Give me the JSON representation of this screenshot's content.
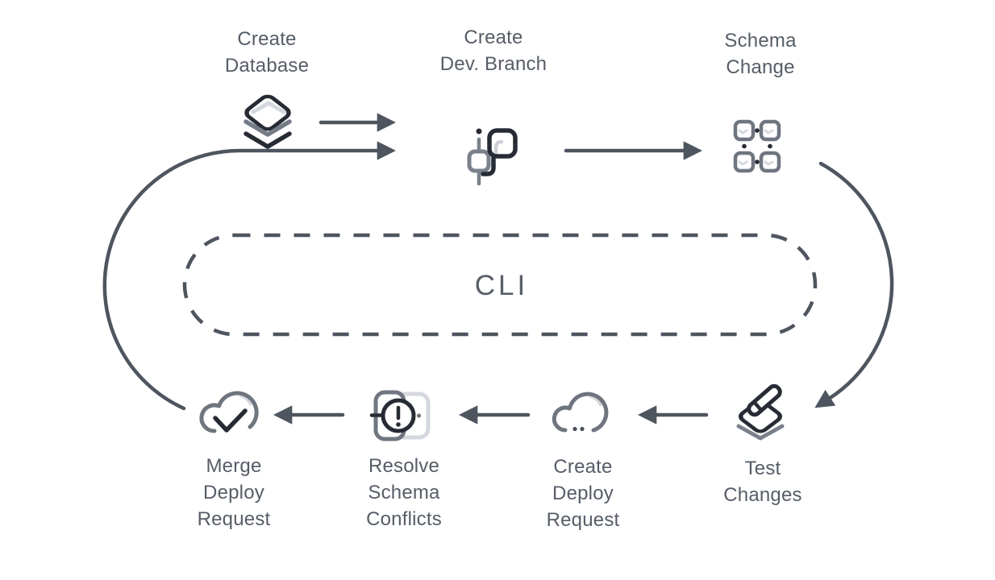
{
  "diagram": {
    "cli": {
      "label": "CLI"
    },
    "nodes": {
      "create_database": {
        "label": "Create\nDatabase",
        "icon": "database-layers-icon"
      },
      "create_dev_branch": {
        "label": "Create\nDev. Branch",
        "icon": "git-branch-icon"
      },
      "schema_change": {
        "label": "Schema\nChange",
        "icon": "schema-grid-icon"
      },
      "test_changes": {
        "label": "Test\nChanges",
        "icon": "edit-layer-icon"
      },
      "create_deploy_request": {
        "label": "Create\nDeploy\nRequest",
        "icon": "cloud-ellipsis-icon"
      },
      "resolve_schema_conflicts": {
        "label": "Resolve\nSchema\nConflicts",
        "icon": "schema-conflict-alert-icon"
      },
      "merge_deploy_request": {
        "label": "Merge\nDeploy\nRequest",
        "icon": "cloud-check-icon"
      }
    },
    "colors": {
      "background": "#FFFFFF",
      "text": "#565D67",
      "stroke": "#4E555F",
      "icon_dark": "#262B34",
      "icon_medium": "#71787F",
      "icon_light": "#D5D8DE"
    }
  }
}
